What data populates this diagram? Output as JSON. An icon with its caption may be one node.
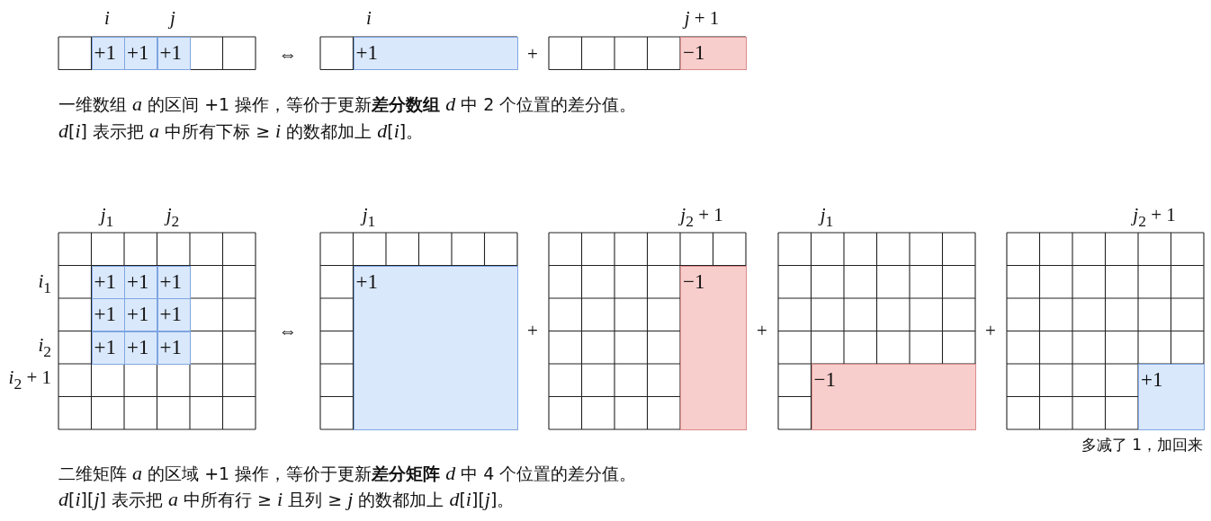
{
  "diagram": {
    "nodes": [
      {
        "text": [
          "+1"
        ]
      },
      {
        "text": [
          "+1"
        ]
      },
      {
        "text": [
          "+1"
        ]
      },
      {
        "text": [
          "+1"
        ]
      },
      {
        "text": [
          "−1"
        ]
      },
      {
        "text": [
          "+1"
        ]
      },
      {
        "text": [
          "+1"
        ]
      },
      {
        "text": [
          "+1"
        ]
      },
      {
        "text": [
          "+1"
        ]
      },
      {
        "text": [
          "+1"
        ]
      },
      {
        "text": [
          "+1"
        ]
      },
      {
        "text": [
          "+1"
        ]
      },
      {
        "text": [
          "+1"
        ]
      },
      {
        "text": [
          "+1"
        ]
      },
      {
        "text": [
          "+1"
        ]
      },
      {
        "text": [
          "−1"
        ]
      },
      {
        "text": [
          "−1"
        ]
      },
      {
        "text": [
          "+1"
        ]
      }
    ],
    "labels": [
      "i",
      "j",
      "⇔",
      "i",
      "+",
      "*j* + 1",
      "一维数组 *a* 的区间 +1 操作，等价于更新**差分数组** *d* 中 2 个位置的差分值。",
      "*d*[*i*] 表示把 *a* 中所有下标 ≥ *i* 的数都加上 *d*[*i*]。",
      "*j*$_{1}$",
      "*j*$_{2}$",
      "*j*$_{1}$",
      "*j*$_{2}$ + 1",
      "*j*$_{1}$",
      "*j*$_{2}$ + 1",
      "*i*$_{1}$",
      "⇔",
      "+",
      "+",
      "+",
      "*i*$_{2}$",
      "*i*$_{2}$ + 1",
      "多减了 1，加回来",
      "二维矩阵 *a* 的区域 +1 操作，等价于更新**差分矩阵** *d* 中 4 个位置的差分值。",
      "*d*[*i*][*j*] 表示把 *a* 中所有行 ≥ *i* 且列 ≥ *j* 的数都加上 *d*[*i*][*j*]。"
    ]
  }
}
